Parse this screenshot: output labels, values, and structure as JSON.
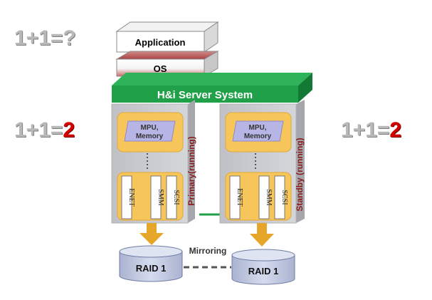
{
  "equations": {
    "top": {
      "lhs": "1+1=",
      "result": "?"
    },
    "left": {
      "lhs": "1+1=",
      "result": "2"
    },
    "right": {
      "lhs": "1+1=",
      "result": "2"
    }
  },
  "stack": {
    "application": "Application",
    "os": "OS",
    "server_system": "H&i Server System"
  },
  "nodes": [
    {
      "mpu": [
        "MPU,",
        "Memory"
      ],
      "boards": [
        "ENET",
        "SMM",
        "SCSI"
      ],
      "role": "Primary(running)"
    },
    {
      "mpu": [
        "MPU,",
        "Memory"
      ],
      "boards": [
        "ENET",
        "SMM",
        "SCSI"
      ],
      "role": "Standby (running)"
    }
  ],
  "storage": {
    "disk_left": "RAID 1",
    "disk_right": "RAID 1",
    "link_label": "Mirroring"
  },
  "colors": {
    "server_bar": "#21a04a",
    "node_panel": "#c9cbd0",
    "module": "#f7c65a",
    "mpu_box": "#b7b5e6",
    "role_text": "#8b1a1a",
    "arrow": "#e6a62a",
    "disk": "#c5cce2",
    "eq_red": "#d40000"
  }
}
